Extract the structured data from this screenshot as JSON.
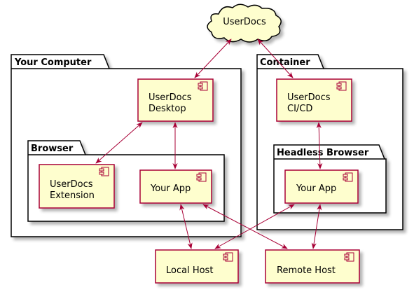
{
  "diagram": {
    "cloud": {
      "label": "UserDocs"
    },
    "packages": {
      "your_computer": {
        "label": "Your Computer"
      },
      "browser": {
        "label": "Browser"
      },
      "container": {
        "label": "Container"
      },
      "headless_browser": {
        "label": "Headless Browser"
      }
    },
    "components": {
      "userdocs_desktop": {
        "line1": "UserDocs",
        "line2": "Desktop"
      },
      "userdocs_extension": {
        "line1": "UserDocs",
        "line2": "Extension"
      },
      "your_app_browser": {
        "label": "Your App"
      },
      "userdocs_cicd": {
        "line1": "UserDocs",
        "line2": "CI/CD"
      },
      "your_app_headless": {
        "label": "Your App"
      },
      "local_host": {
        "label": "Local Host"
      },
      "remote_host": {
        "label": "Remote Host"
      }
    },
    "colors": {
      "component_fill": "#FEFECE",
      "border": "#A80036",
      "package_border": "#000000"
    }
  }
}
